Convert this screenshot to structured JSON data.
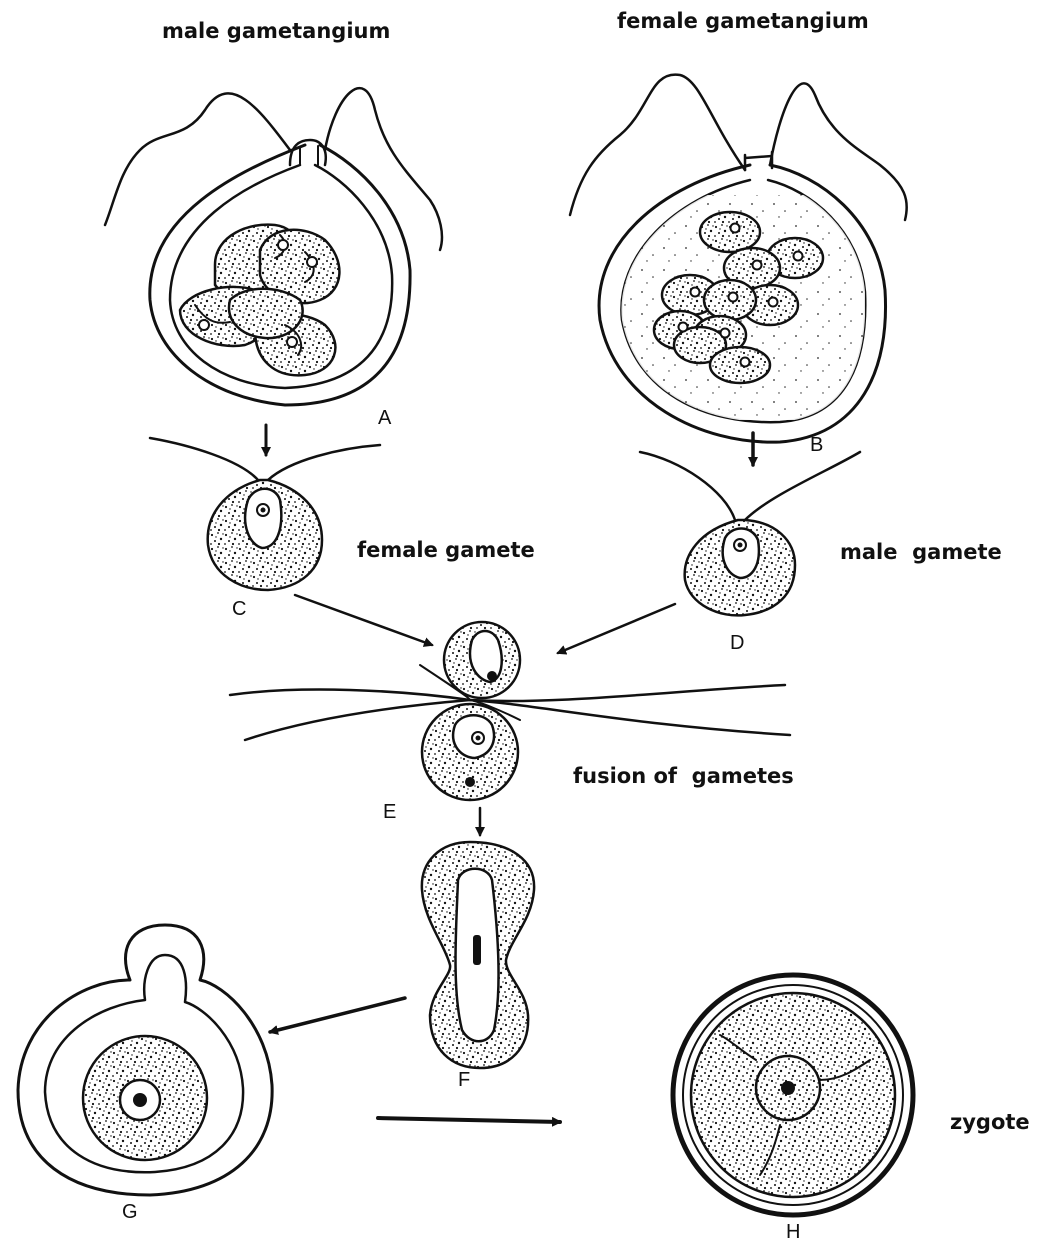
{
  "labels": {
    "male_gametangium": "male gametangium",
    "female_gametangium": "female gametangium",
    "female_gamete": "female gamete",
    "male_gamete": "male  gamete",
    "fusion_of_gametes": "fusion of  gametes",
    "zygote": "zygote"
  },
  "letters": {
    "A": "A",
    "B": "B",
    "C": "C",
    "D": "D",
    "E": "E",
    "F": "F",
    "G": "G",
    "H": "H"
  },
  "colors": {
    "ink": "#111111",
    "background": "#ffffff"
  }
}
